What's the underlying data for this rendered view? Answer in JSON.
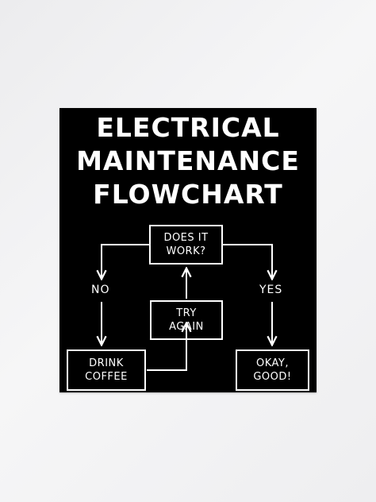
{
  "title": {
    "line1": "ELECTRICAL",
    "line2": "MAINTENANCE",
    "line3": "FLOWCHART"
  },
  "nodes": {
    "question": [
      "DOES IT",
      "WORK?"
    ],
    "try_again": [
      "TRY",
      "AGAIN"
    ],
    "drink_coffee": [
      "DRINK",
      "COFFEE"
    ],
    "okay_good": [
      "OKAY,",
      "GOOD!"
    ]
  },
  "edges": {
    "no_label": "NO",
    "yes_label": "YES"
  },
  "colors": {
    "poster_bg": "#000000",
    "ink": "#ffffff",
    "wall": "#f2f2f3"
  }
}
